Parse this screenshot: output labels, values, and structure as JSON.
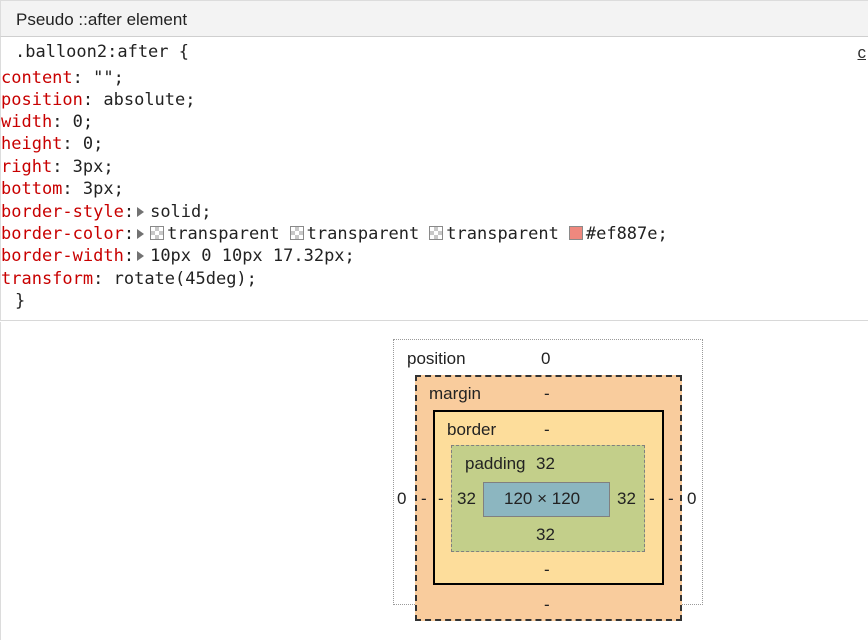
{
  "header": {
    "title": "Pseudo ::after element"
  },
  "rule": {
    "selector": ".balloon2:after {",
    "close_brace": "}",
    "source_link": "c",
    "declarations": [
      {
        "prop": "content",
        "value": "\"\";"
      },
      {
        "prop": "position",
        "value": "absolute;"
      },
      {
        "prop": "width",
        "value": "0;"
      },
      {
        "prop": "height",
        "value": "0;"
      },
      {
        "prop": "right",
        "value": "3px;"
      },
      {
        "prop": "bottom",
        "value": "3px;"
      },
      {
        "prop": "border-style",
        "value": "solid;"
      },
      {
        "prop": "border-color",
        "values": [
          "transparent",
          "transparent",
          "transparent",
          "#ef887e;"
        ]
      },
      {
        "prop": "border-width",
        "value": "10px 0 10px 17.32px;"
      },
      {
        "prop": "transform",
        "value": "rotate(45deg);"
      }
    ],
    "border_color_swatch": "#ef887e"
  },
  "metrics": {
    "position": {
      "label": "position",
      "top": "0",
      "left": "0",
      "right": "0"
    },
    "margin": {
      "label": "margin",
      "top": "-",
      "bottom": "-",
      "left": "-",
      "right": "-"
    },
    "border": {
      "label": "border",
      "top": "-",
      "bottom": "-",
      "left": "-",
      "right": "-"
    },
    "padding": {
      "label": "padding",
      "top": "32",
      "bottom": "32",
      "left": "32",
      "right": "32"
    },
    "content": {
      "size": "120 × 120"
    },
    "colors": {
      "margin": "#f9cc9d",
      "border": "#fddd9b",
      "padding": "#c3cf8a",
      "content": "#8cb6c0"
    }
  }
}
